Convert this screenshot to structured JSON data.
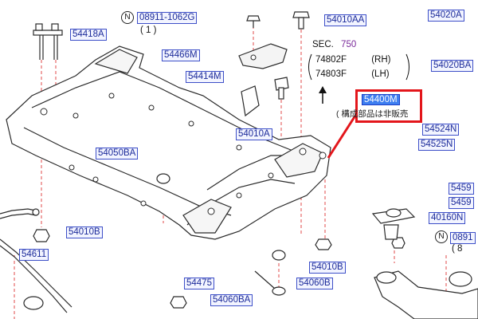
{
  "diagram": {
    "part_labels": {
      "p54418A": "54418A",
      "p54466M": "54466M",
      "p54414M": "54414M",
      "p54010A": "54010A",
      "p54010AA": "54010AA",
      "p54020A": "54020A",
      "p54020BA": "54020BA",
      "p54524N": "54524N",
      "p54525N": "54525N",
      "p54050BA": "54050BA",
      "p54010B_left": "54010B",
      "p54010B_right": "54010B",
      "p54611": "54611",
      "p54475": "54475",
      "p54060B": "54060B",
      "p54060BA": "54060BA",
      "p40160N": "40160N",
      "p5459a": "5459",
      "p5459b": "5459",
      "p0891_right": "0891",
      "p08911_top": "08911-1062G"
    },
    "quantities": {
      "top": "( 1 )",
      "right": "( 8"
    },
    "nut_marker": "N",
    "section_ref": {
      "sec_label": "SEC.",
      "sec_number": "750",
      "line1_part": "74802F",
      "line1_side": "(RH)",
      "line2_part": "74803F",
      "line2_side": "(LH)"
    },
    "highlight": {
      "part": "54400M",
      "note": "( 構成部品は非販売",
      "highlight_color": "#e3161b",
      "label_bg": "#3d7ef0"
    },
    "colors": {
      "part_label_text": "#1c2b9a",
      "part_label_border": "#3d4fc8",
      "leader_dash": "#e0484a",
      "outline": "#2a2a2a"
    }
  }
}
